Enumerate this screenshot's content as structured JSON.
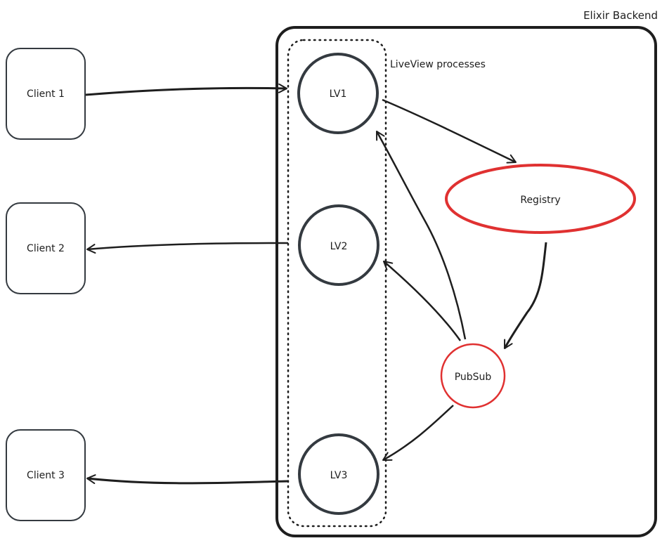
{
  "diagram": {
    "container": {
      "label": "Elixir Backend"
    },
    "group": {
      "label": "LiveView processes"
    },
    "clients": [
      {
        "id": "client1",
        "label": "Client 1"
      },
      {
        "id": "client2",
        "label": "Client 2"
      },
      {
        "id": "client3",
        "label": "Client 3"
      }
    ],
    "liveviews": [
      {
        "id": "lv1",
        "label": "LV1"
      },
      {
        "id": "lv2",
        "label": "LV2"
      },
      {
        "id": "lv3",
        "label": "LV3"
      }
    ],
    "registry": {
      "label": "Registry"
    },
    "pubsub": {
      "label": "PubSub"
    },
    "edges": [
      {
        "from": "Client 1",
        "to": "LV1"
      },
      {
        "from": "LV2",
        "to": "Client 2"
      },
      {
        "from": "LV3",
        "to": "Client 3"
      },
      {
        "from": "LV1",
        "to": "Registry"
      },
      {
        "from": "Registry",
        "to": "PubSub"
      },
      {
        "from": "PubSub",
        "to": "LV1"
      },
      {
        "from": "PubSub",
        "to": "LV2"
      },
      {
        "from": "PubSub",
        "to": "LV3"
      }
    ],
    "colors": {
      "stroke": "#1e1e1e",
      "node_stroke": "#343a40",
      "highlight": "#e03131",
      "background": "#ffffff"
    }
  }
}
